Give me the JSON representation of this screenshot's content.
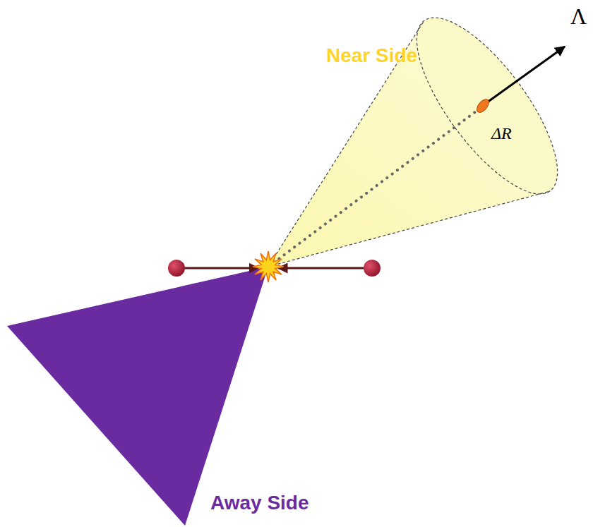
{
  "diagram": {
    "labels": [
      "Near Side",
      "Λ",
      "ΔR",
      "Away Side"
    ]
  }
}
